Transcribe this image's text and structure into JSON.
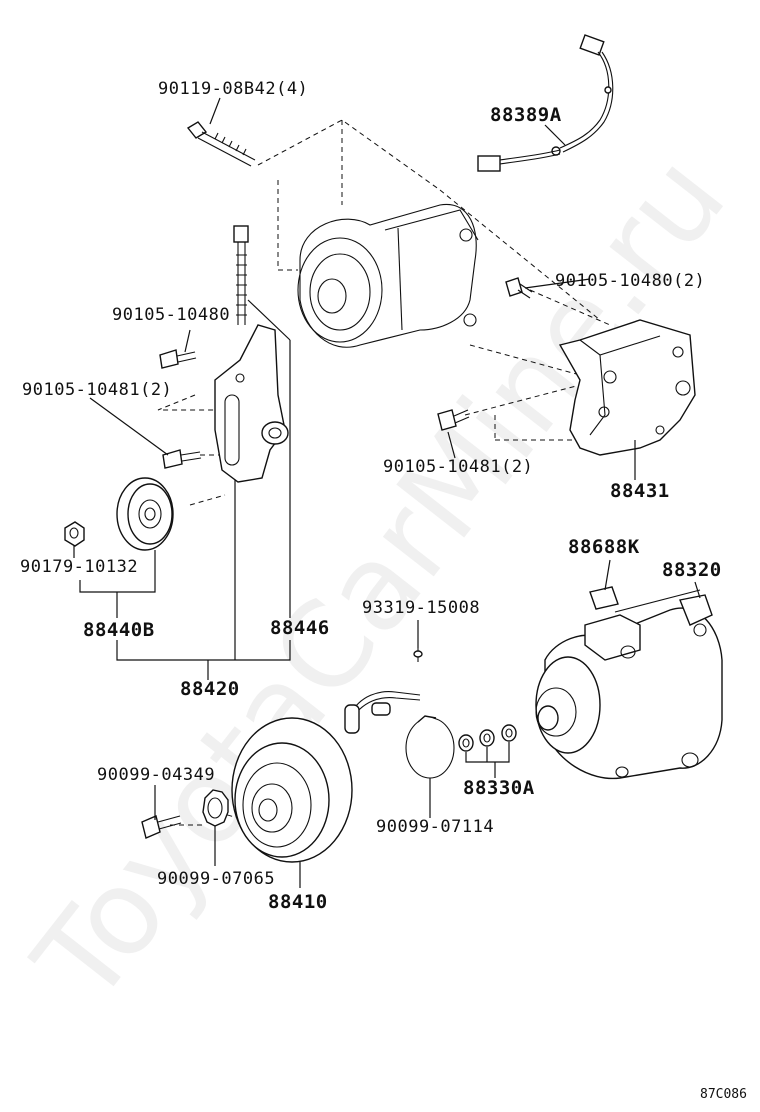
{
  "watermark": "ToyotaCarMine.ru",
  "figure_code": "87C086",
  "labels": {
    "bolt_top": "90119-08B42(4)",
    "harness": "88389A",
    "bolt_right_top": "90105-10480(2)",
    "bolt_left_mid": "90105-10480",
    "bolt_left_lower": "90105-10481(2)",
    "bolt_right_lower": "90105-10481(2)",
    "bracket": "88431",
    "nut": "90179-10132",
    "idler": "88440B",
    "tensioner_bracket": "88446",
    "assy": "88420",
    "screw": "93319-15008",
    "label_plate": "88688K",
    "compressor": "88320",
    "clutch_bolt": "90099-04349",
    "washer": "90099-07065",
    "snap_ring": "90099-07114",
    "shims": "88330A",
    "clutch": "88410"
  }
}
